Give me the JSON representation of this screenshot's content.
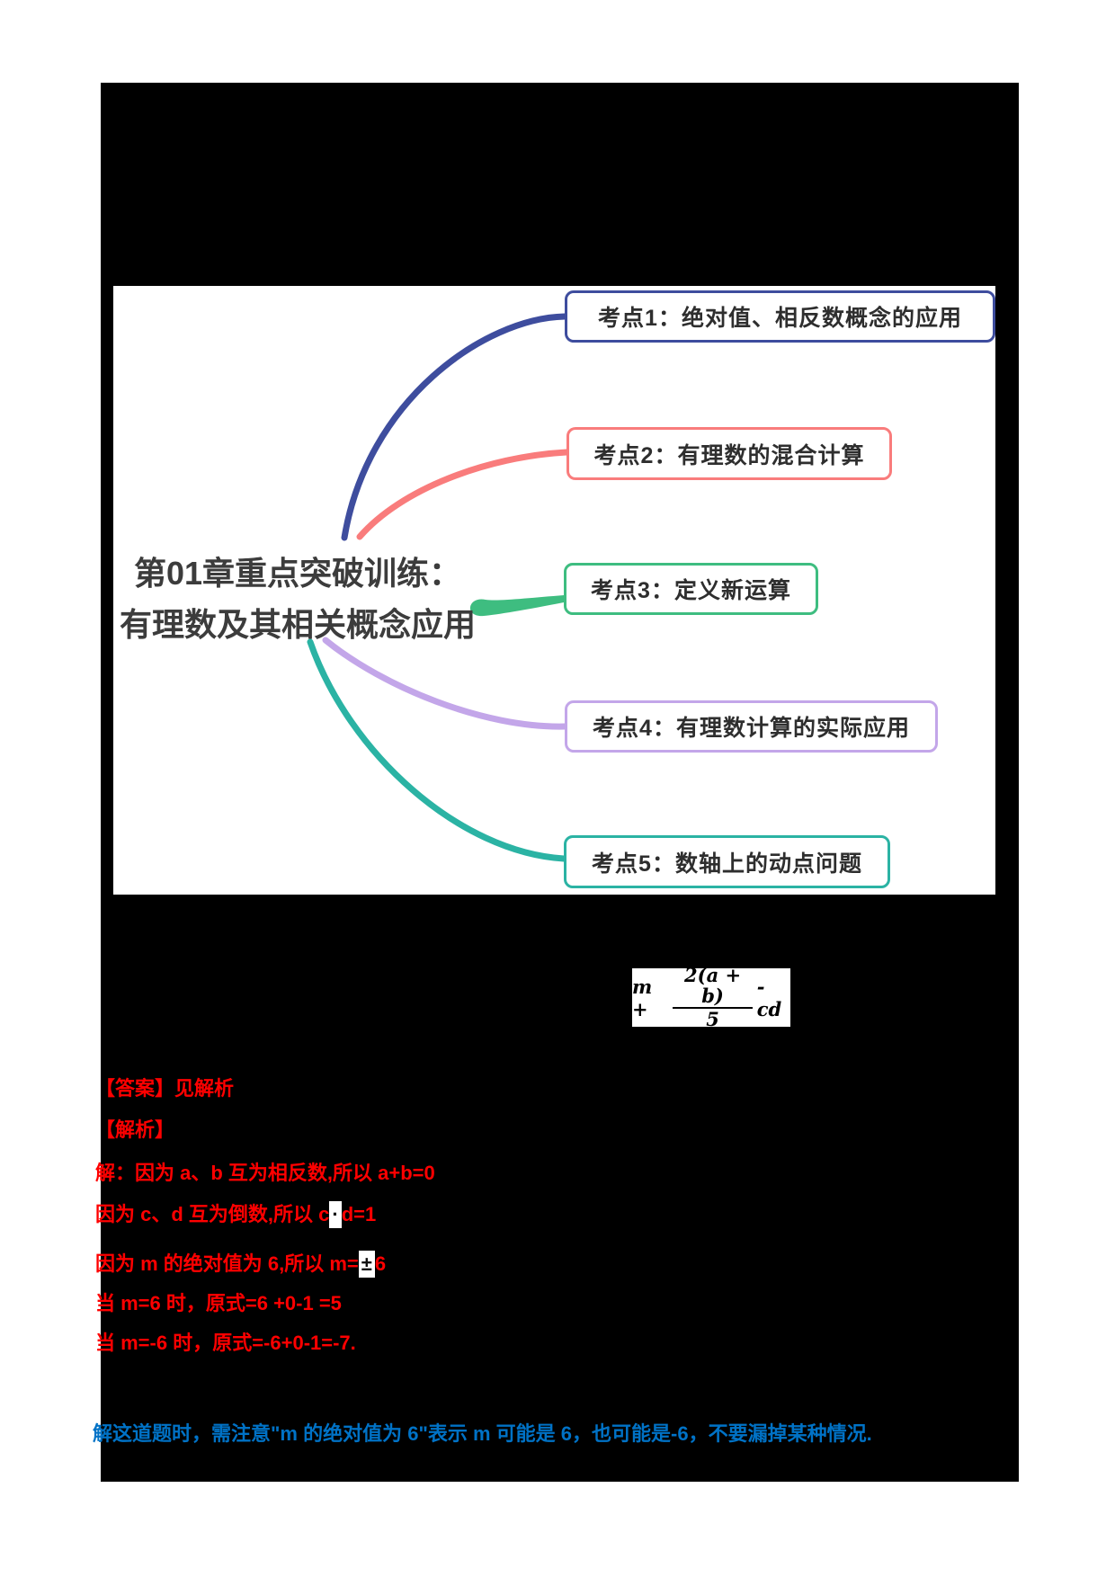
{
  "mindmap": {
    "center": {
      "line1": "第01章重点突破训练：",
      "line2": "有理数及其相关概念应用"
    },
    "branches": [
      {
        "label": "考点1：绝对值、相反数概念的应用",
        "color": "#3E4D9E"
      },
      {
        "label": "考点2：有理数的混合计算",
        "color": "#F97C7C"
      },
      {
        "label": "考点3：定义新运算",
        "color": "#3EBD80"
      },
      {
        "label": "考点4：有理数计算的实际应用",
        "color": "#C3A6E9"
      },
      {
        "label": "考点5：数轴上的动点问题",
        "color": "#2BB3A4"
      }
    ]
  },
  "formula": {
    "lead": "m +",
    "numerator": "2(a + b)",
    "denominator": "5",
    "tail": "- cd"
  },
  "solution": {
    "answer_label": "【答案】见解析",
    "analysis_label": "【解析】",
    "lines": [
      {
        "pre": "解：因为 a、b 互为相反数,所以 a+b=0",
        "hl": "",
        "post": ""
      },
      {
        "pre": "因为 c、d 互为倒数,所以 c",
        "hl": "·",
        "post": "d=1"
      },
      {
        "pre": "因为 m 的绝对值为 6,所以 m=",
        "hl": "±",
        "post": "6"
      },
      {
        "pre": "当 m=6 时，原式=6 +0-1 =5",
        "hl": "",
        "post": ""
      },
      {
        "pre": "当 m=-6 时，原式=-6+0-1=-7.",
        "hl": "",
        "post": ""
      }
    ],
    "note": "解这道题时，需注意\"m 的绝对值为 6\"表示 m 可能是 6，也可能是-6，不要漏掉某种情况."
  },
  "colors": {
    "canvas": "#000000",
    "answer_text": "#FF0000",
    "note_text": "#0072C6",
    "root_text": "#3c3c3c"
  }
}
